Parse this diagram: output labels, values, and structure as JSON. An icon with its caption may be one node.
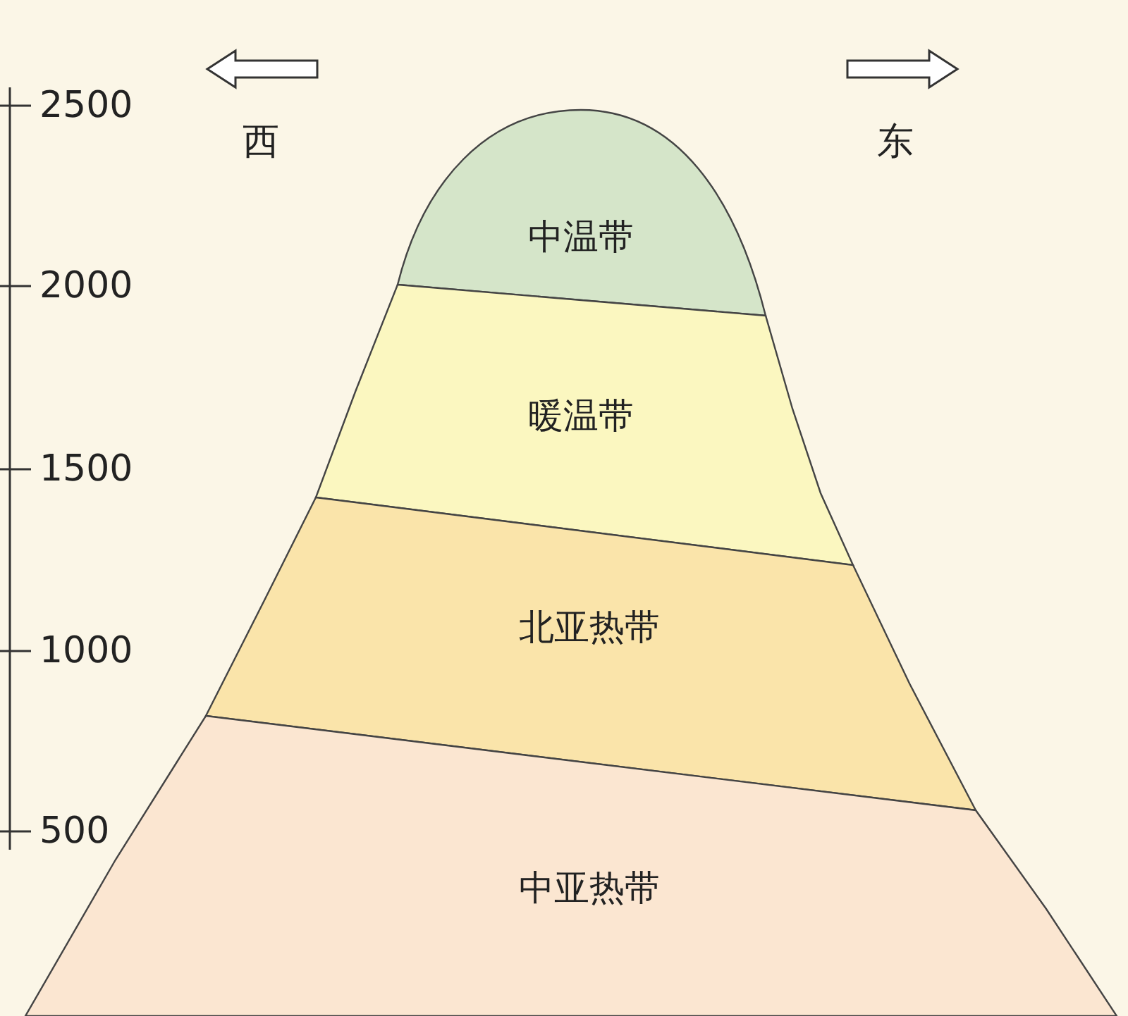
{
  "diagram": {
    "nodes": [
      {
        "text": [
          "中温带"
        ]
      },
      {
        "text": [
          "暖温带"
        ]
      },
      {
        "text": [
          "北亚热带"
        ]
      },
      {
        "text": [
          "中亚热带"
        ]
      }
    ],
    "labels": [
      "2500",
      "西",
      "东",
      "2000",
      "1500",
      "1000",
      "500"
    ]
  }
}
